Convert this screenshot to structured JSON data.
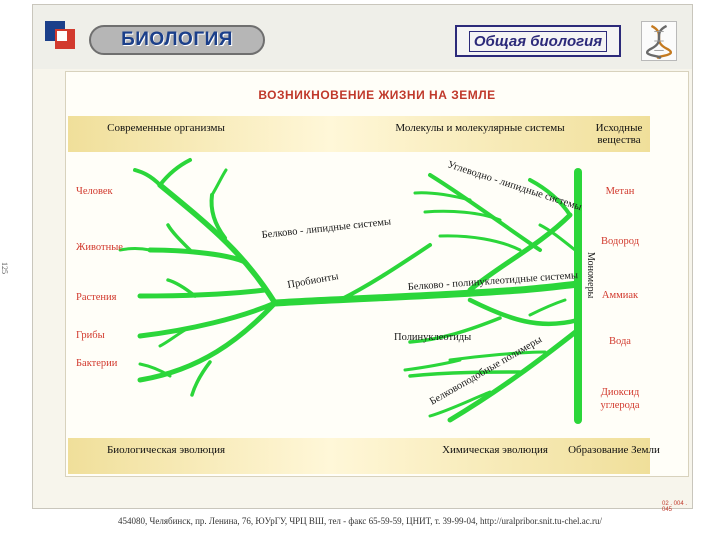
{
  "header": {
    "brand": "БИОЛОГИЯ",
    "subject": "Общая биология"
  },
  "diagram": {
    "title": "ВОЗНИКНОВЕНИЕ ЖИЗНИ НА ЗЕМЛЕ",
    "top_headers": {
      "modern": "Современные организмы",
      "molecules": "Молекулы и молекулярные системы",
      "initial": "Исходные вещества"
    },
    "bottom_headers": {
      "bio_evolution": "Биологическая эволюция",
      "chem_evolution": "Химическая эволюция",
      "earth_formation": "Образование Земли"
    },
    "organisms": [
      "Человек",
      "Животные",
      "Растения",
      "Грибы",
      "Бактерии"
    ],
    "substances": [
      "Метан",
      "Водород",
      "Аммиак",
      "Вода",
      "Диоксид углерода"
    ],
    "branch_labels": {
      "carb_lipid": "Углеводно - липидные системы",
      "protein_lipid": "Белково - липидные системы",
      "probionts": "Пробионты",
      "protein_nucleic": "Белково - полинуклеотидные системы",
      "polynucleotides": "Полинуклеотиды",
      "polymers": "Белковоподобные полимеры",
      "monomers": "Мономеры"
    },
    "code": "02 . 004 . 045",
    "side_number": "125",
    "colors": {
      "tree": "#2bd63a",
      "accent": "#d23a2e",
      "band": "#f0df9a"
    }
  },
  "footer": {
    "text": "454080, Челябинск, пр. Ленина, 76, ЮУрГУ, ЧРЦ ВШ, тел - факс 65-59-59, ЦНИТ, т. 39-99-04, http://uralpribor.snit.tu-chel.ac.ru/"
  }
}
